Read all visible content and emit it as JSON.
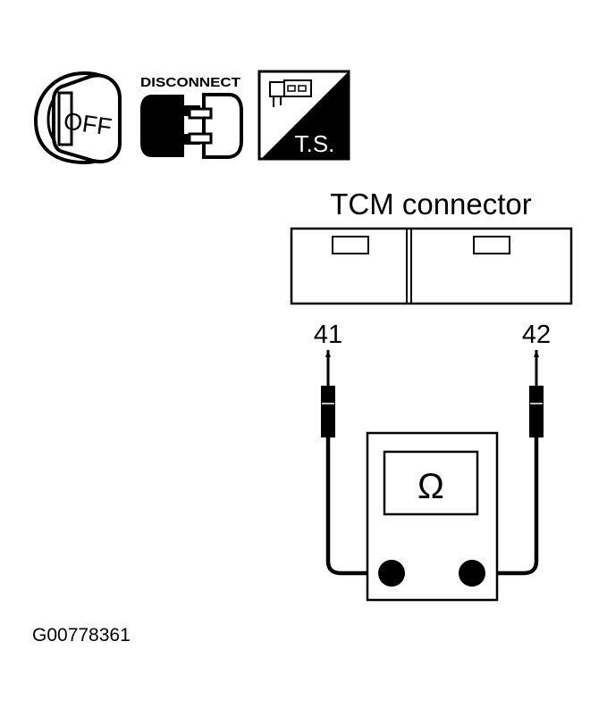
{
  "icons": {
    "ignition": {
      "label": "OFF"
    },
    "disconnect": {
      "label": "DISCONNECT"
    },
    "ts": {
      "label": "T.S."
    }
  },
  "connector": {
    "title": "TCM connector",
    "terminal_left": "41",
    "terminal_right": "42"
  },
  "meter": {
    "symbol": "Ω"
  },
  "figure_id": "G00778361"
}
